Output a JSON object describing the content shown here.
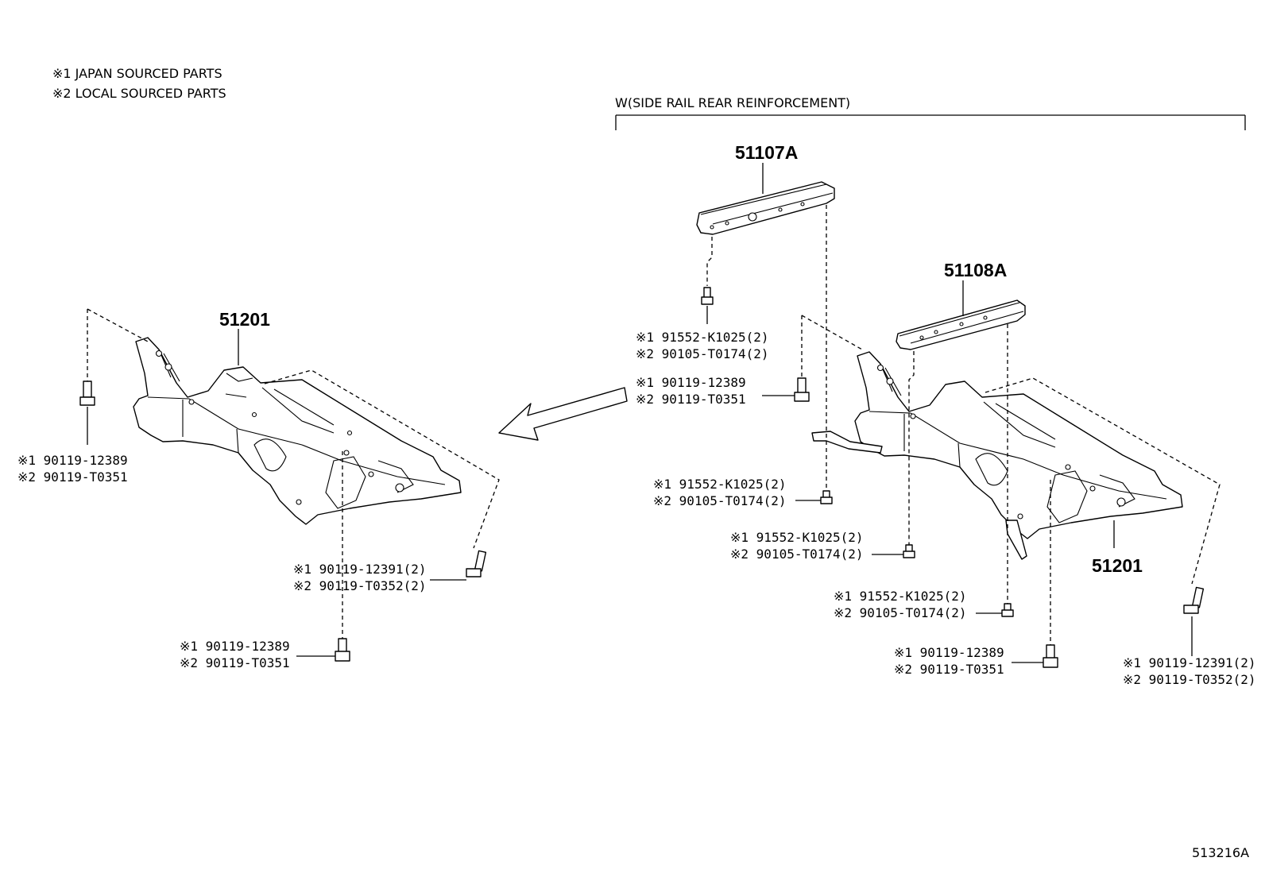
{
  "notes": [
    "※1 JAPAN SOURCED PARTS",
    "※2 LOCAL SOURCED PARTS"
  ],
  "variant_header": "W(SIDE RAIL REAR REINFORCEMENT)",
  "figure_number": "513216A",
  "part_numbers": {
    "crossmember_left": "51201",
    "crossmember_right": "51201",
    "reinforcement_upper": "51107A",
    "reinforcement_lower": "51108A"
  },
  "callouts": {
    "left_bolt_top": [
      "※1 90119-12389",
      "※2 90119-T0351"
    ],
    "left_bolt_mid": [
      "※1 90119-12391(2)",
      "※2 90119-T0352(2)"
    ],
    "left_bolt_bottom": [
      "※1 90119-12389",
      "※2 90119-T0351"
    ],
    "right_screw_a": [
      "※1 91552-K1025(2)",
      "※2 90105-T0174(2)"
    ],
    "right_bolt_top": [
      "※1 90119-12389",
      "※2 90119-T0351"
    ],
    "right_screw_b": [
      "※1 91552-K1025(2)",
      "※2 90105-T0174(2)"
    ],
    "right_screw_c": [
      "※1 91552-K1025(2)",
      "※2 90105-T0174(2)"
    ],
    "right_screw_d": [
      "※1 91552-K1025(2)",
      "※2 90105-T0174(2)"
    ],
    "right_bolt_bottom": [
      "※1 90119-12389",
      "※2 90119-T0351"
    ],
    "right_bolt_far": [
      "※1 90119-12391(2)",
      "※2 90119-T0352(2)"
    ]
  }
}
